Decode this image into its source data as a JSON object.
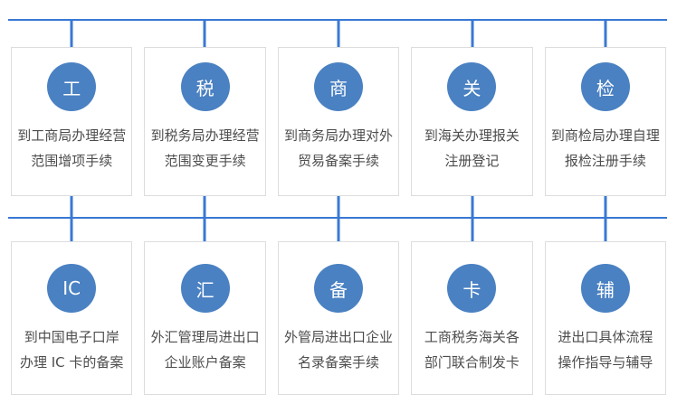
{
  "colors": {
    "badge_blue": "#4a81c2",
    "connector_blue": "#3878d4",
    "card_border": "#dddddd",
    "text_gray": "#4d4d4d",
    "background": "#ffffff"
  },
  "rows": [
    {
      "cards": [
        {
          "badge": "工",
          "line1": "到工商局办理经营",
          "line2": "范围增项手续"
        },
        {
          "badge": "税",
          "line1": "到税务局办理经营",
          "line2": "范围变更手续"
        },
        {
          "badge": "商",
          "line1": "到商务局办理对外",
          "line2": "贸易备案手续"
        },
        {
          "badge": "关",
          "line1": "到海关办理报关",
          "line2": "注册登记"
        },
        {
          "badge": "检",
          "line1": "到商检局办理自理",
          "line2": "报检注册手续"
        }
      ]
    },
    {
      "cards": [
        {
          "badge": "IC",
          "line1": "到中国电子口岸",
          "line2": "办理 IC 卡的备案"
        },
        {
          "badge": "汇",
          "line1": "外汇管理局进出口",
          "line2": "企业账户备案"
        },
        {
          "badge": "备",
          "line1": "外管局进出口企业",
          "line2": "名录备案手续"
        },
        {
          "badge": "卡",
          "line1": "工商税务海关各",
          "line2": "部门联合制发卡"
        },
        {
          "badge": "辅",
          "line1": "进出口具体流程",
          "line2": "操作指导与辅导"
        }
      ]
    }
  ]
}
